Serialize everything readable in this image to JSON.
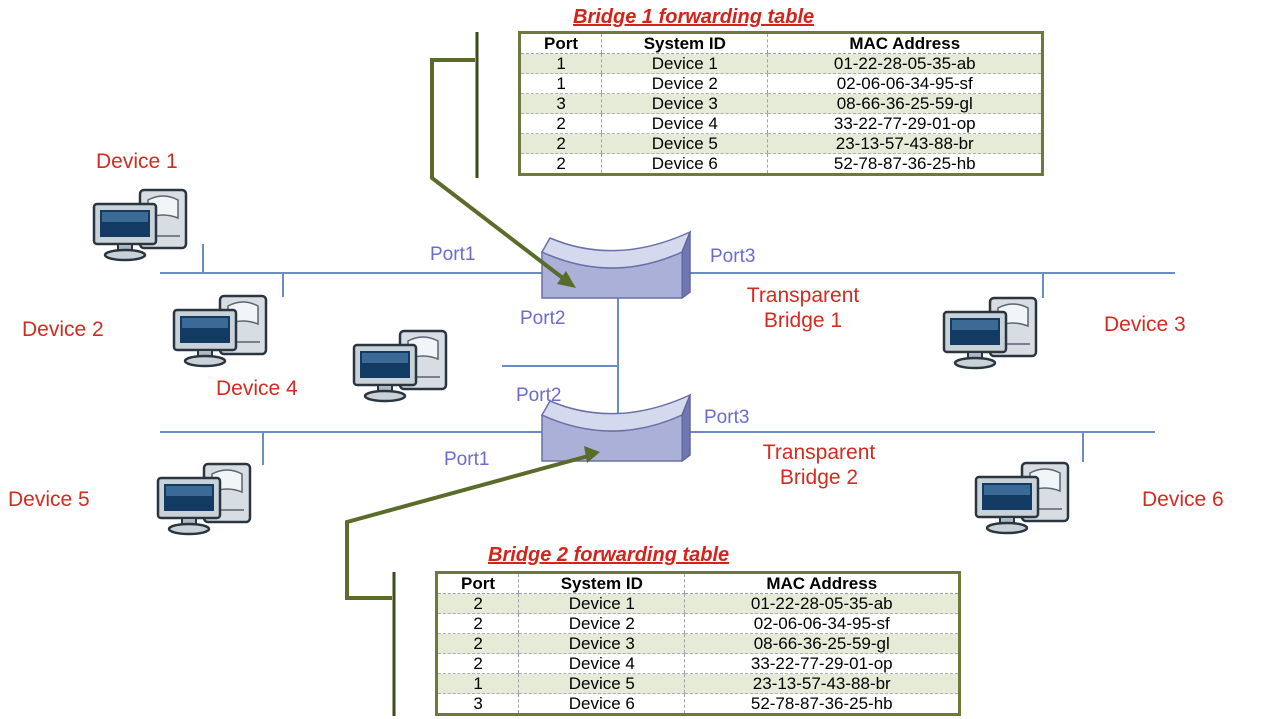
{
  "devices": {
    "d1": "Device 1",
    "d2": "Device 2",
    "d3": "Device 3",
    "d4": "Device 4",
    "d5": "Device 5",
    "d6": "Device 6"
  },
  "bridge1": {
    "name_line1": "Transparent",
    "name_line2": "Bridge 1",
    "port1": "Port1",
    "port2": "Port2",
    "port3": "Port3"
  },
  "bridge2": {
    "name_line1": "Transparent",
    "name_line2": "Bridge 2",
    "port1": "Port1",
    "port2": "Port2",
    "port3": "Port3"
  },
  "table1": {
    "title": "Bridge 1 forwarding table",
    "headers": [
      "Port",
      "System ID",
      "MAC Address"
    ],
    "rows": [
      [
        "1",
        "Device 1",
        "01-22-28-05-35-ab"
      ],
      [
        "1",
        "Device 2",
        "02-06-06-34-95-sf"
      ],
      [
        "3",
        "Device 3",
        "08-66-36-25-59-gl"
      ],
      [
        "2",
        "Device 4",
        "33-22-77-29-01-op"
      ],
      [
        "2",
        "Device 5",
        "23-13-57-43-88-br"
      ],
      [
        "2",
        "Device 6",
        "52-78-87-36-25-hb"
      ]
    ]
  },
  "table2": {
    "title": "Bridge 2 forwarding table",
    "headers": [
      "Port",
      "System ID",
      "MAC Address"
    ],
    "rows": [
      [
        "2",
        "Device 1",
        "01-22-28-05-35-ab"
      ],
      [
        "2",
        "Device 2",
        "02-06-06-34-95-sf"
      ],
      [
        "2",
        "Device 3",
        "08-66-36-25-59-gl"
      ],
      [
        "2",
        "Device 4",
        "33-22-77-29-01-op"
      ],
      [
        "1",
        "Device 5",
        "23-13-57-43-88-br"
      ],
      [
        "3",
        "Device 6",
        "52-78-87-36-25-hb"
      ]
    ]
  },
  "colors": {
    "device_label": "#d42a20",
    "port_label": "#6b6bd0",
    "network_line": "#6a8ec4",
    "arrow": "#5b6b2a",
    "table_border": "#6e7a3c"
  }
}
